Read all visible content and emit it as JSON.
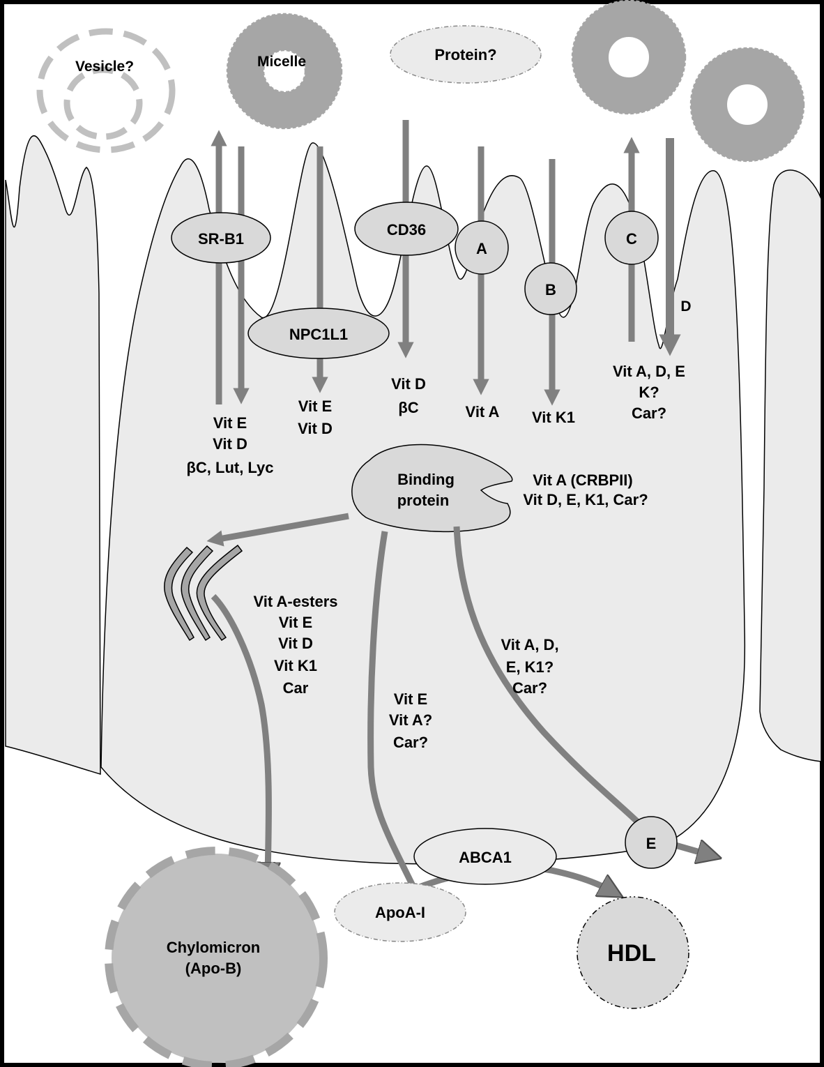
{
  "colors": {
    "cell_fill": "#ebebeb",
    "arrow": "#808080",
    "ellipse_fill": "#d9d9d9",
    "micelle": "#a6a6a6",
    "chylomicron": "#c0c0c0",
    "vesicle_dash": "#c0c0c0"
  },
  "lumen": {
    "vesicle": "Vesicle?",
    "micelle": "Micelle",
    "protein": "Protein?"
  },
  "transporters": {
    "srb1": "SR-B1",
    "npc1l1": "NPC1L1",
    "cd36": "CD36",
    "a": "A",
    "b": "B",
    "c": "C",
    "d": "D",
    "e": "E",
    "abca1": "ABCA1"
  },
  "labels": {
    "srb1": [
      "Vit E",
      "Vit D",
      "βC, Lut, Lyc"
    ],
    "npc1l1": [
      "Vit E",
      "Vit D"
    ],
    "cd36": [
      "Vit D",
      "βC"
    ],
    "a": "Vit A",
    "b": "Vit K1",
    "cd": [
      "Vit A, D, E",
      "K?",
      "Car?"
    ],
    "binding_protein": [
      "Binding",
      "protein"
    ],
    "binding_targets": [
      "Vit A (CRBPII)",
      "Vit D, E, K1, Car?"
    ],
    "golgi": [
      "Vit A-esters",
      "Vit E",
      "Vit D",
      "Vit K1",
      "Car"
    ],
    "abca1_path": [
      "Vit E",
      "Vit A?",
      "Car?"
    ],
    "e_path": [
      "Vit A, D,",
      "E, K1?",
      "Car?"
    ]
  },
  "blood": {
    "chylomicron": [
      "Chylomicron",
      "(Apo-B)"
    ],
    "apoa1": "ApoA-I",
    "hdl": "HDL"
  }
}
